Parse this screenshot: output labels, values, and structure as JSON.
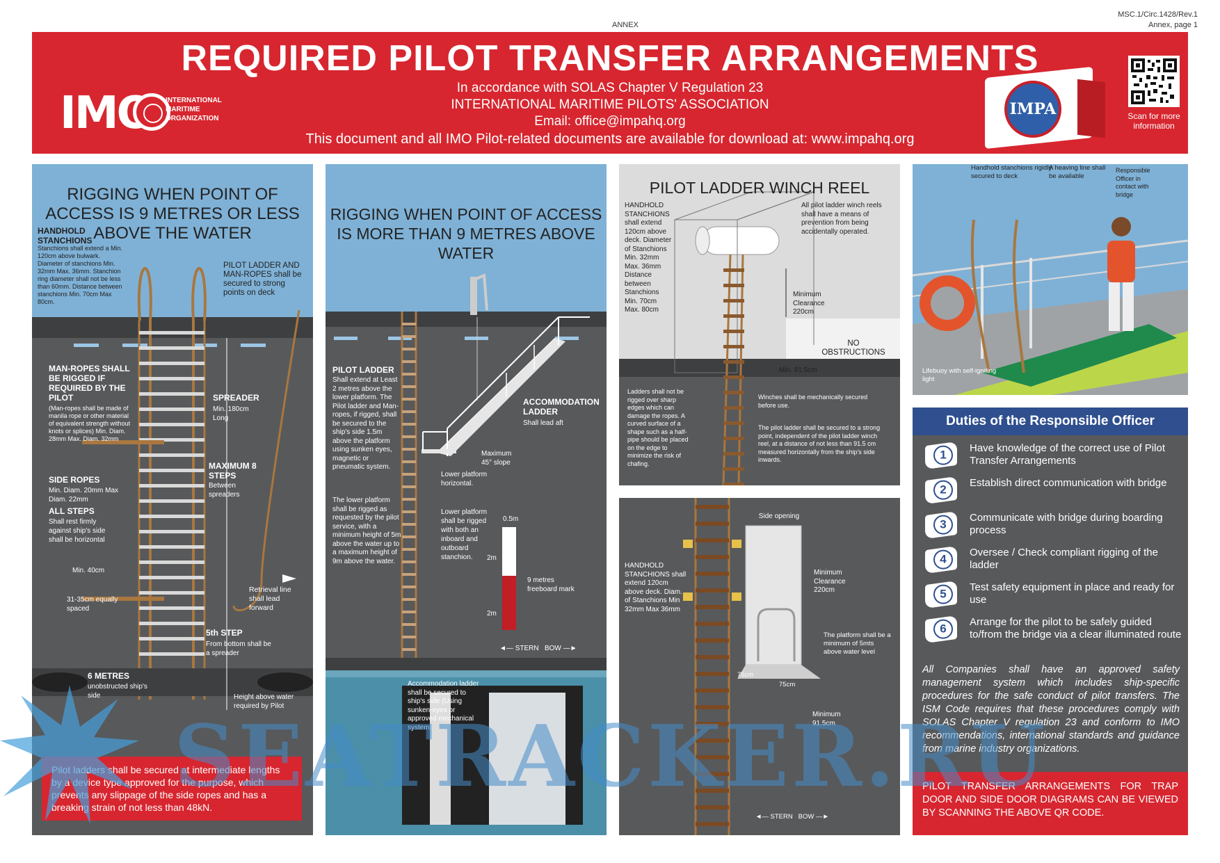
{
  "annex": "ANNEX",
  "circular": {
    "ref": "MSC.1/Circ.1428/Rev.1",
    "page": "Annex, page 1"
  },
  "header": {
    "title": "REQUIRED PILOT TRANSFER ARRANGEMENTS",
    "line1": "In accordance with SOLAS Chapter V Regulation 23",
    "line2": "INTERNATIONAL MARITIME PILOTS' ASSOCIATION",
    "line3": "Email: office@impahq.org",
    "line4": "This document and all IMO Pilot-related documents are available for download at: www.impahq.org",
    "imo_logo": "IMO",
    "imo_name": [
      "INTERNATIONAL",
      "MARITIME",
      "ORGANIZATION"
    ],
    "impa_logo": "IMPA",
    "qr_caption": "Scan for more information"
  },
  "panel1": {
    "title": "RIGGING WHEN POINT OF ACCESS IS 9 METRES OR LESS ABOVE THE WATER",
    "stanchions_head": "HANDHOLD STANCHIONS",
    "stanchions_text": "Stanchions shall extend a Min. 120cm above bulwark. Diameter of stanchions Min. 32mm Max. 36mm. Stanchion ring diameter shall not be less than 60mm. Distance between stanchions Min. 70cm Max 80cm.",
    "manropes_secured": "PILOT LADDER AND MAN-ROPES shall be secured to strong points on deck",
    "manropes_head": "MAN-ROPES SHALL BE RIGGED IF REQUIRED BY THE PILOT",
    "manropes_text": "(Man-ropes shall be made of manila rope or other material of equivalent strength without knots or splices) Min. Diam. 28mm Max. Diam. 32mm",
    "spreader_head": "SPREADER",
    "spreader_text": "Min. 180cm Long",
    "maxsteps_head": "MAXIMUM 8 STEPS",
    "maxsteps_text": "Between spreaders",
    "siderope_head": "SIDE ROPES",
    "siderope_text": "Min. Diam. 20mm Max Diam. 22mm",
    "steps_head": "ALL STEPS",
    "steps_text": "Shall rest firmly against ship's side shall be horizontal",
    "min40": "Min. 40cm",
    "spacing": "31-35cm equally spaced",
    "retrieval": "Retrieval line shall lead forward",
    "fifth_head": "5th STEP",
    "fifth_text": "From bottom shall be a spreader",
    "six_head": "6 METRES",
    "six_text": "unobstructed ship's side",
    "height": "Height above water required by Pilot",
    "red_note": "Pilot ladders shall be secured at intermediate lengths by a device type approved for the purpose, which prevents any slippage of the side ropes and has a breaking strain of not less than 48kN."
  },
  "panel2": {
    "title": "RIGGING WHEN POINT OF ACCESS IS MORE THAN 9 METRES ABOVE WATER",
    "ladder_head": "PILOT LADDER",
    "ladder_text": "Shall extend at Least 2 metres above the lower platform. The Pilot ladder and Man-ropes, if rigged, shall be secured to the ship's side 1.5m above the platform using sunken eyes, magnetic or pneumatic system.",
    "lower_text": "The lower platform shall be rigged as requested by the pilot service, with a minimum height of 5m above the water up to a maximum height of 9m above the water.",
    "accom_head": "ACCOMMODATION LADDER",
    "accom_text": "Shall lead aft",
    "slope": "Maximum 45° slope",
    "horizontal": "Lower platform horizontal.",
    "inboard": "Lower platform shall be rigged with both an inboard and outboard stanchion.",
    "half": "0.5m",
    "two_a": "2m",
    "two_b": "2m",
    "freeboard": "9 metres freeboard mark",
    "stern": "STERN",
    "bow": "BOW",
    "secured": "Accommodation ladder shall be secured to ship's side (Using sunken-eyes or approved mechanical system)"
  },
  "panel3a": {
    "title": "PILOT LADDER WINCH REEL",
    "stanchions": "HANDHOLD STANCHIONS shall extend 120cm above deck. Diameter of Stanchions Min. 32mm Max. 36mm Distance between Stanchions Min. 70cm Max. 80cm",
    "prevention": "All pilot ladder winch reels shall have a means of prevention from being accidentally operated.",
    "clearance": "Minimum Clearance 220cm",
    "noobs": "NO OBSTRUCTIONS",
    "min915": "Min. 91.5cm",
    "edges": "Ladders shall not be rigged over sharp edges which can damage the ropes. A curved surface of a shape such as a half-pipe should be placed on the edge to minimize the risk of chafing.",
    "winches": "Winches shall be mechanically secured before use.",
    "strongpoint": "The pilot ladder shall be secured to a strong point, independent of the pilot ladder winch reel, at a distance of not less than 91.5 cm measured horizontally from the ship's side inwards."
  },
  "panel3b": {
    "side_opening": "Side opening",
    "stanchions": "HANDHOLD STANCHIONS shall extend 120cm above deck. Diam. of Stanchions Min 32mm Max 36mm",
    "clearance": "Minimum Clearance 220cm",
    "platform": "The platform shall be a minimum of 5mts above water level",
    "c75a": "75cm",
    "c75b": "75cm",
    "min915": "Minimum 91.5cm",
    "stern": "STERN",
    "bow": "BOW"
  },
  "panel4": {
    "handhold": "Handhold stanchions rigidly secured to deck",
    "heaving": "A heaving line shall be available",
    "officer": "Responsible Officer in contact with bridge",
    "lifebuoy": "Lifebuoy with self-igniting light"
  },
  "duties": {
    "title": "Duties of the Responsible Officer",
    "items": [
      {
        "n": "1",
        "text": "Have knowledge of the correct use of Pilot Transfer Arrangements"
      },
      {
        "n": "2",
        "text": "Establish direct communication with bridge"
      },
      {
        "n": "3",
        "text": "Communicate with bridge during boarding process"
      },
      {
        "n": "4",
        "text": "Oversee / Check compliant rigging of the ladder"
      },
      {
        "n": "5",
        "text": "Test safety equipment in place and ready for use"
      },
      {
        "n": "6",
        "text": "Arrange for the pilot to be safely guided to/from the bridge via a clear illuminated route"
      }
    ],
    "note": "All Companies shall have an approved safety management system which includes ship-specific procedures for the safe conduct of pilot transfers. The ISM Code requires that these procedures comply with SOLAS Chapter V regulation 23 and conform to IMO recommendations, international standards and guidance from marine industry organizations.",
    "footer": "PILOT TRANSFER ARRANGEMENTS FOR TRAP DOOR AND SIDE DOOR DIAGRAMS CAN BE VIEWED BY SCANNING THE ABOVE QR CODE."
  },
  "watermark": "SEATRACKER.RU",
  "colors": {
    "red": "#d7262f",
    "panel": "#58595b",
    "sky": "#7fb1d6",
    "blue": "#2f4f8e",
    "rope": "#a9773f",
    "sea": "#4b8fa8"
  }
}
